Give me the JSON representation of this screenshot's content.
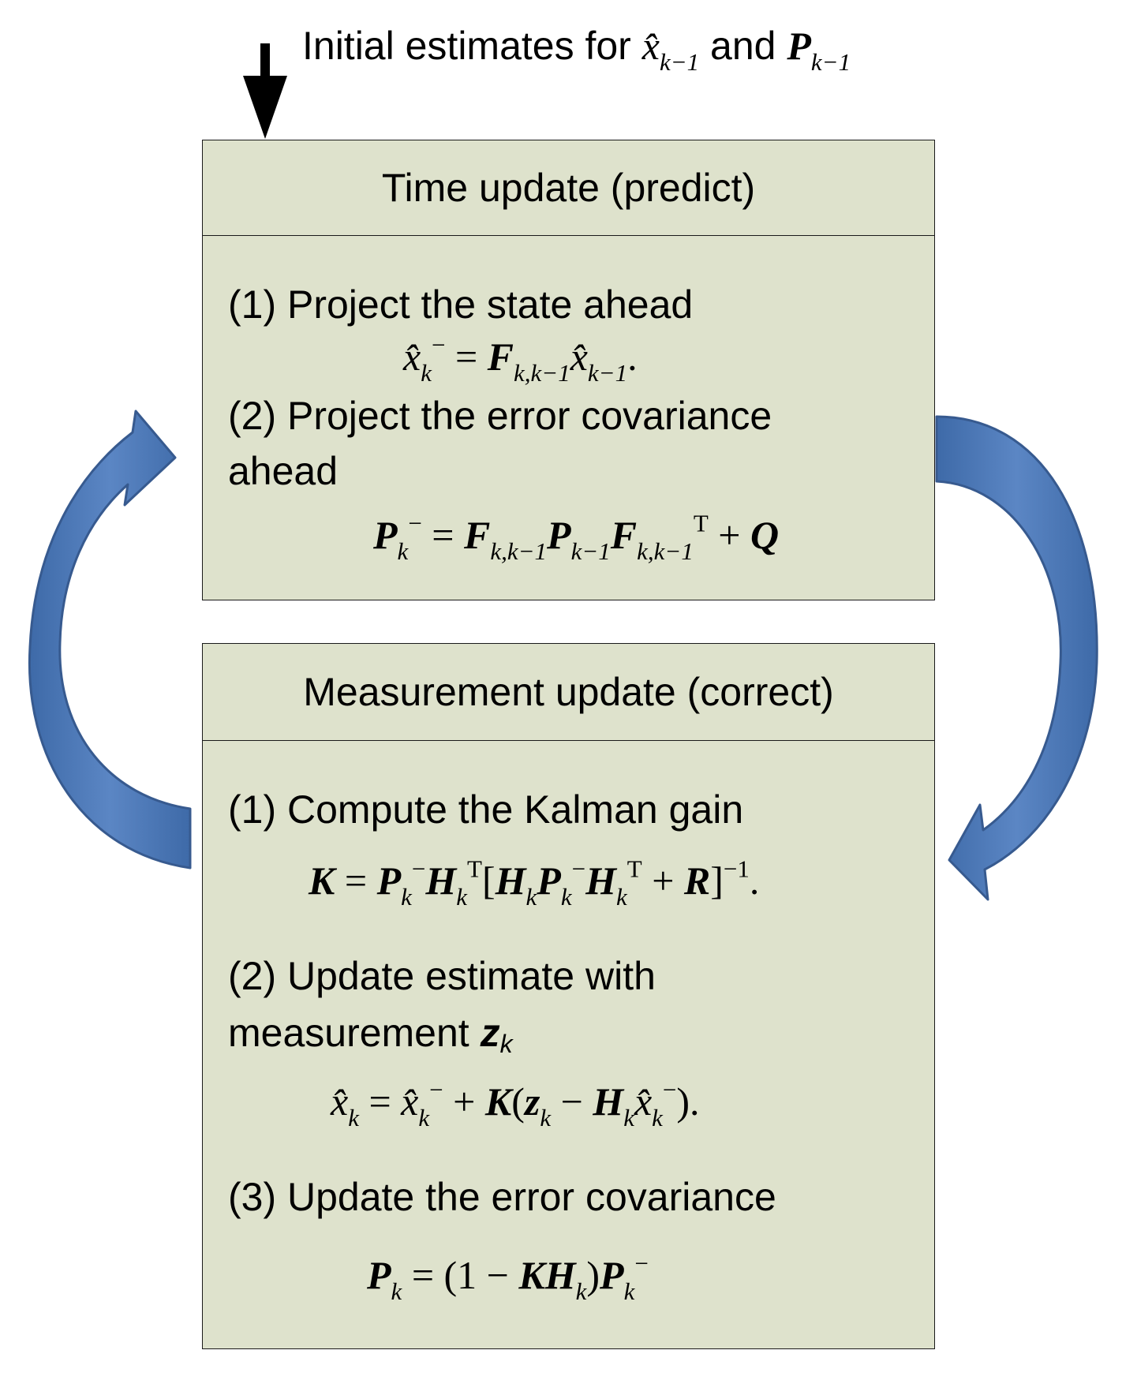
{
  "title": {
    "prefix": "Initial estimates for",
    "and": "and"
  },
  "time_update": {
    "header": "Time update (predict)",
    "step1": "(1) Project the state ahead",
    "step2_line1": "(2) Project the error covariance",
    "step2_line2": "ahead"
  },
  "measurement_update": {
    "header": "Measurement update (correct)",
    "step1": "(1) Compute the Kalman gain",
    "step2_line1": "(2) Update estimate with",
    "step2_line2": "measurement",
    "step3": "(3) Update the error covariance"
  },
  "colors": {
    "box_fill": "#dee2cc",
    "arrow_fill": "#4f78b4",
    "arrow_stroke": "#375a8f"
  }
}
